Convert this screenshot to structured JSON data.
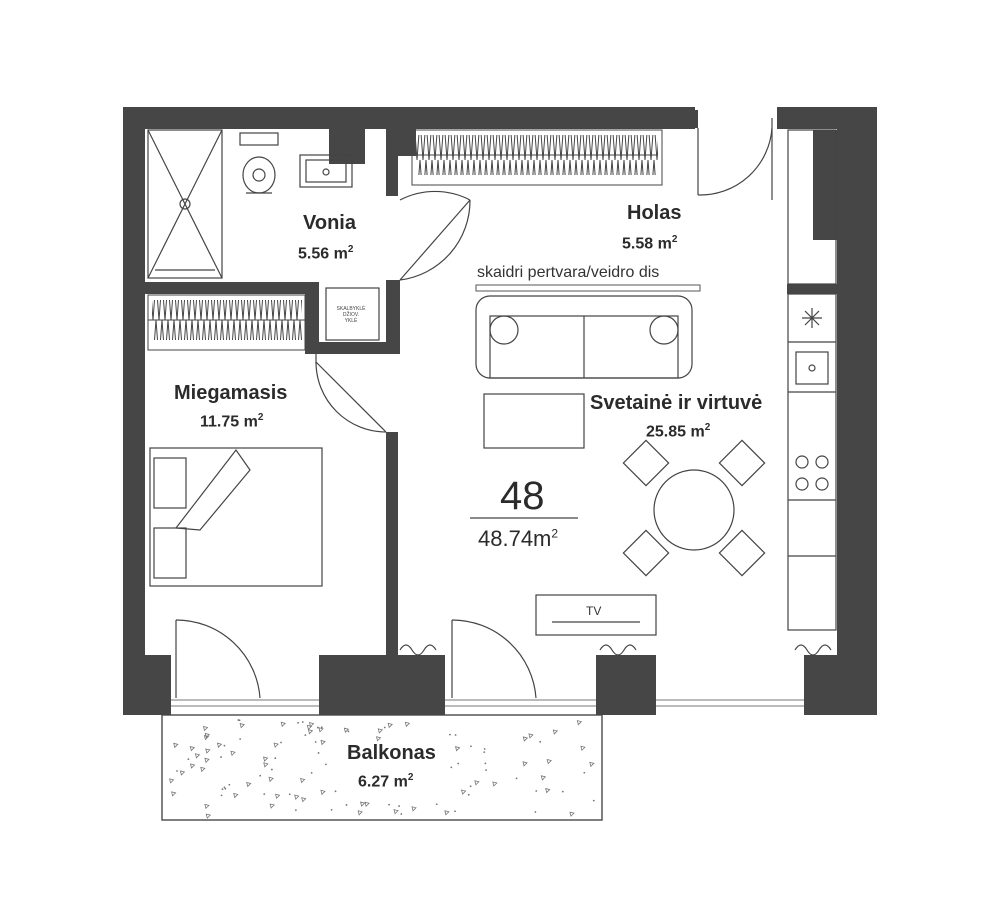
{
  "rooms": {
    "bath": {
      "name": "Vonia",
      "area": "5.56 m",
      "unit_sup": "2",
      "label": "SKALBYKLĖ DŽIOV. YKLĖ"
    },
    "hall": {
      "name": "Holas",
      "area": "5.58 m",
      "unit_sup": "2",
      "note": "skaidri pertvara/veidro dis"
    },
    "bedroom": {
      "name": "Miegamasis",
      "area": "11.75 m",
      "unit_sup": "2"
    },
    "living": {
      "name": "Svetainė ir virtuvė",
      "area": "25.85 m",
      "unit_sup": "2",
      "tv": "TV"
    },
    "balcony": {
      "name": "Balkonas",
      "area": "6.27  m",
      "unit_sup": "2"
    }
  },
  "apartment": {
    "number": "48",
    "total_area": "48.74m",
    "unit_sup": "2"
  },
  "colors": {
    "wall": "#464646",
    "line": "#555555",
    "background": "#ffffff"
  }
}
